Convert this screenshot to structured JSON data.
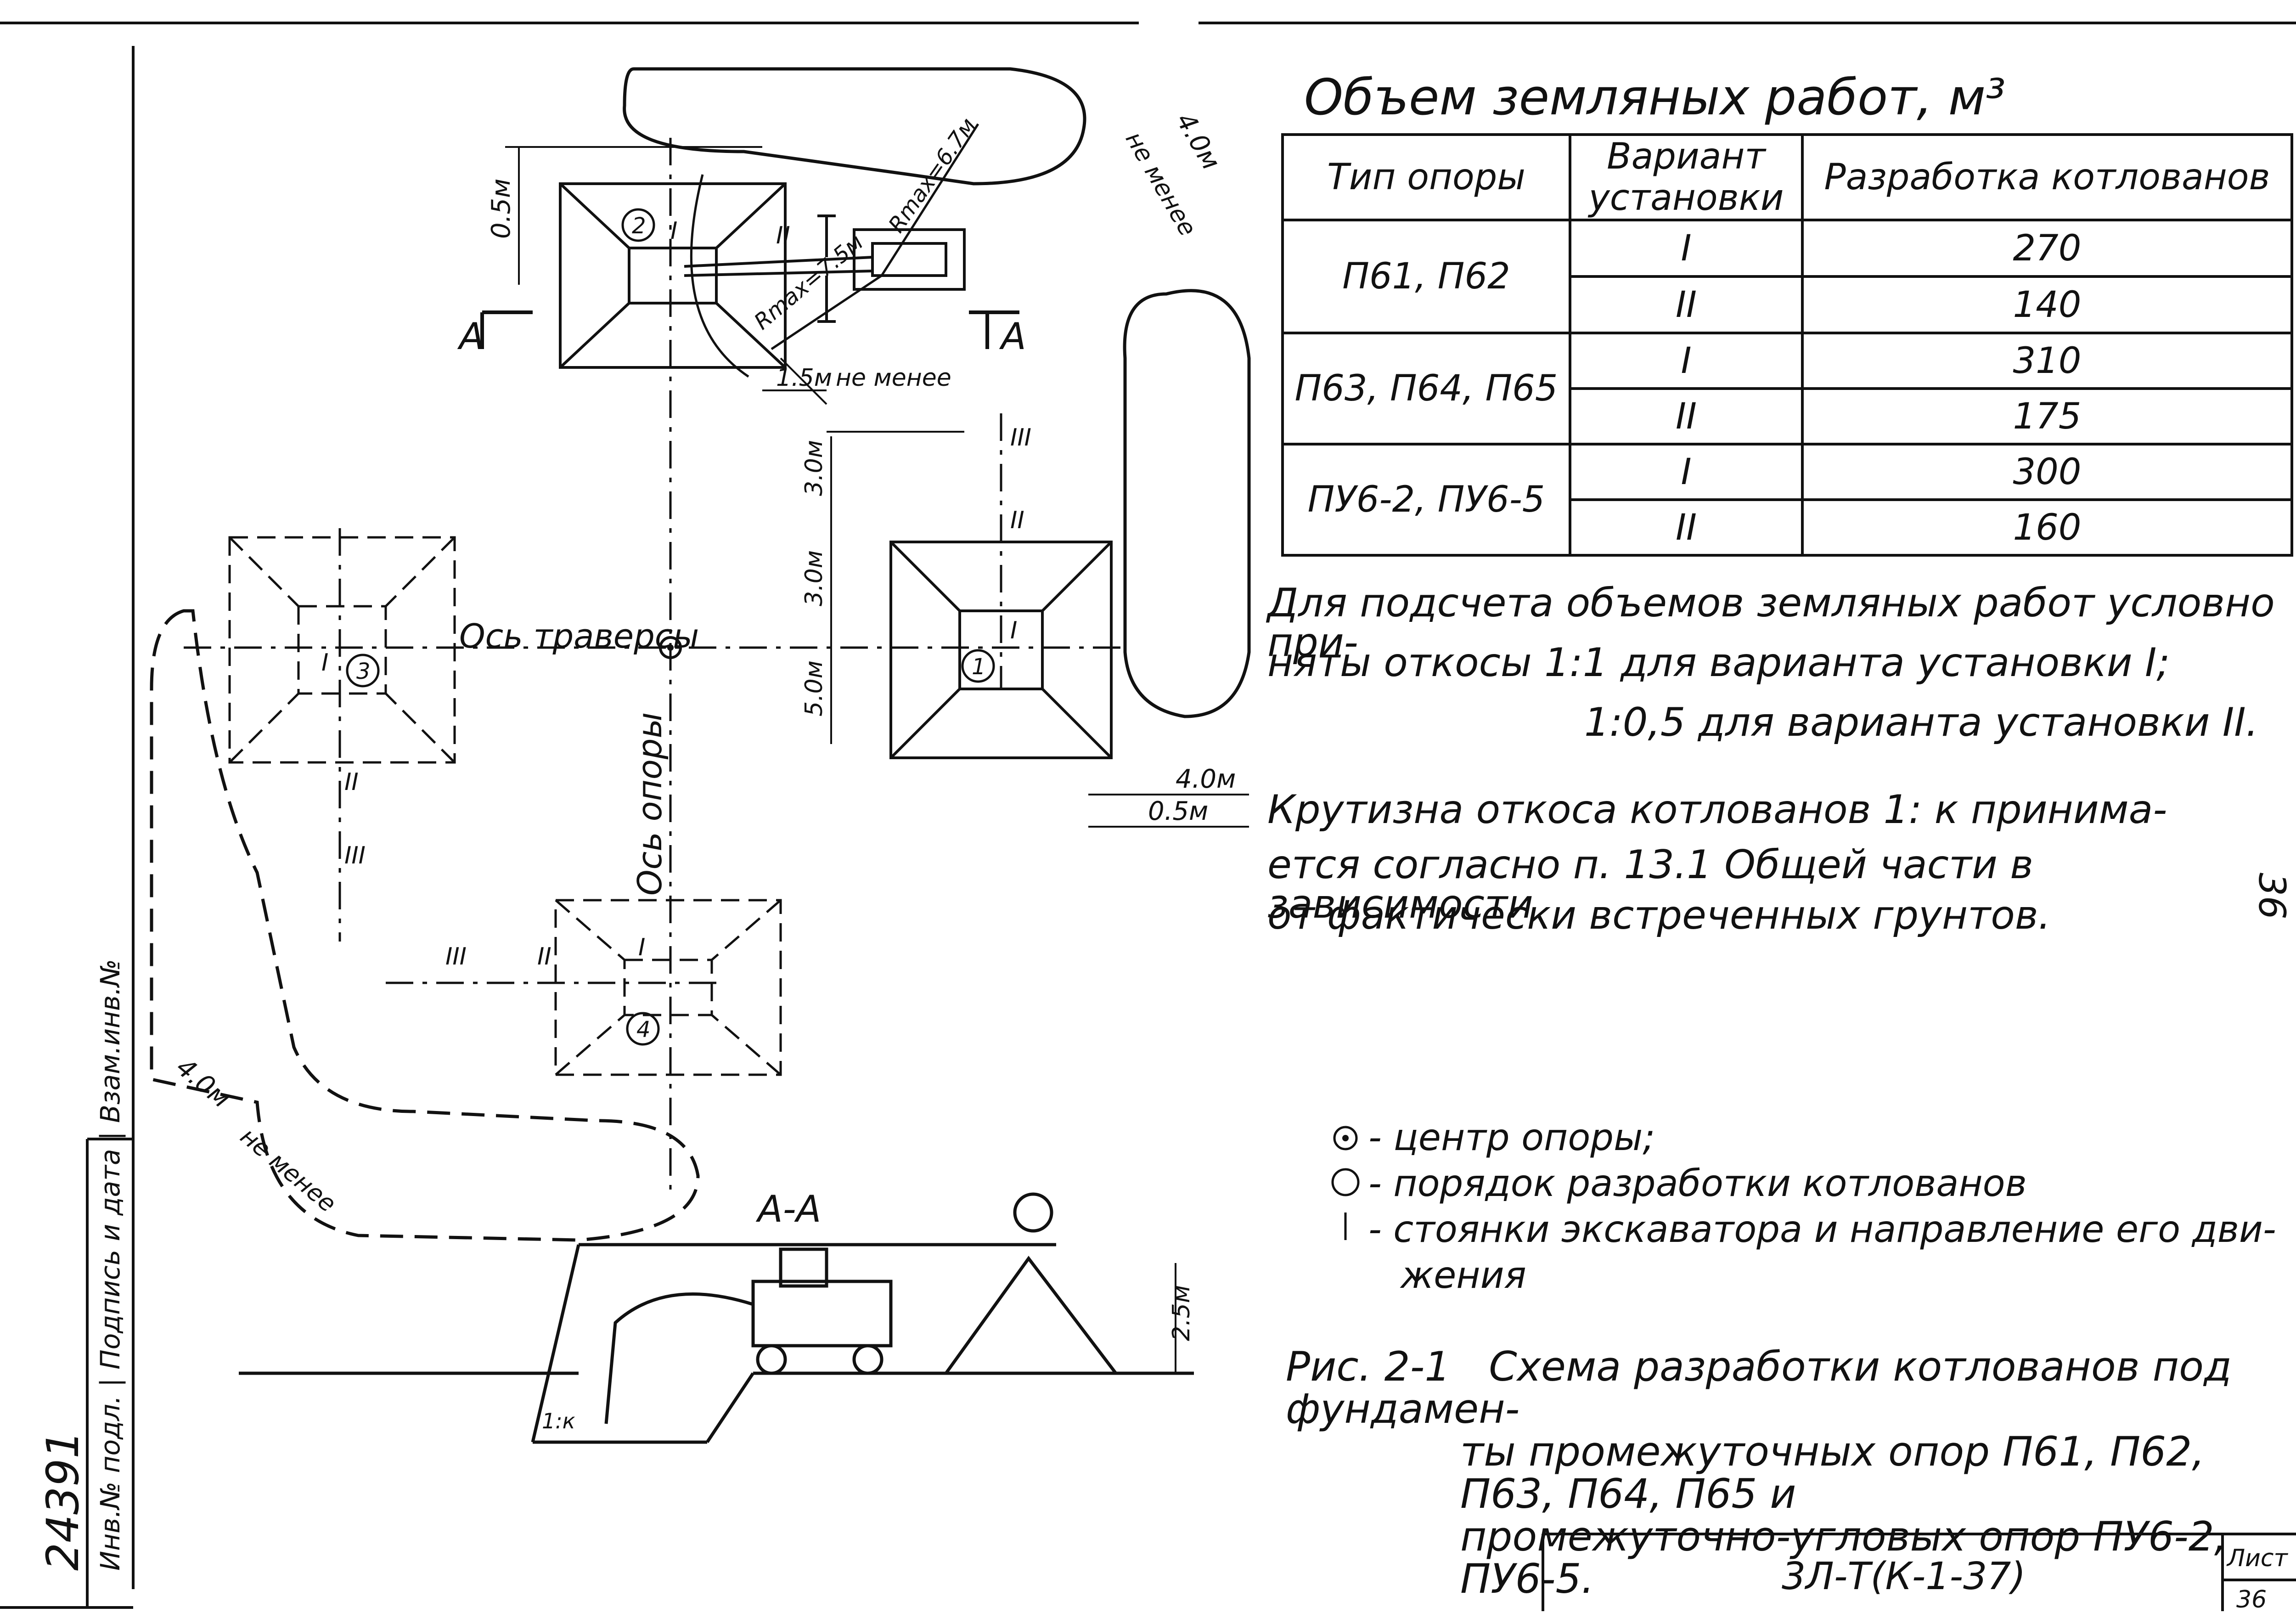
{
  "table": {
    "title": "Объем земляных работ, м³",
    "headers": [
      "Тип опоры",
      "Вариант установки",
      "Разработка котлованов"
    ],
    "rows": [
      {
        "type": "П61, П62",
        "variants": [
          {
            "variant": "I",
            "volume": "270"
          },
          {
            "variant": "II",
            "volume": "140"
          }
        ]
      },
      {
        "type": "П63, П64, П65",
        "variants": [
          {
            "variant": "I",
            "volume": "310"
          },
          {
            "variant": "II",
            "volume": "175"
          }
        ]
      },
      {
        "type": "ПУ6-2, ПУ6-5",
        "variants": [
          {
            "variant": "I",
            "volume": "300"
          },
          {
            "variant": "II",
            "volume": "160"
          }
        ]
      }
    ]
  },
  "notes": {
    "slopes_line1": "Для подсчета объемов земляных работ условно при-",
    "slopes_line2": "няты   откосы    1:1 для варианта установки I;",
    "slopes_line3": "1:0,5 для варианта установки II.",
    "steep_line1": "Крутизна откоса           котлованов 1: к принима-",
    "steep_line2": "ется согласно п. 13.1 Общей части  в зависимости",
    "steep_line3": "от фактически встреченных грунтов."
  },
  "legend": [
    {
      "symbol": "center",
      "text": "- центр опоры;"
    },
    {
      "symbol": "order",
      "text": "- порядок разработки котлованов"
    },
    {
      "symbol": "stand",
      "text": "- стоянки экскаватора и направление его дви-"
    },
    {
      "symbol": "",
      "text": "жения"
    }
  ],
  "caption": {
    "label": "Рис. 2-1",
    "line1": "Схема разработки котлованов под фундамен-",
    "line2": "ты промежуточных опор П61, П62, П63, П64, П65 и",
    "line3": "промежуточно-угловых опор ПУ6-2, ПУ6-5."
  },
  "drawing": {
    "axis_traverse": "Ось траверсы",
    "axis_support": "Ось опоры",
    "section_mark": "А",
    "section_title": "А-А",
    "dim_05m": "0.5м",
    "dim_05m_b": "0.5м",
    "dim_40m_a": "4.0м",
    "dim_40m_b": "4.0м",
    "dim_40m_c": "4.0м",
    "dim_15m": "1.5м",
    "not_less": "не менее",
    "not_less_b": "не менее",
    "not_less_c": "не менее",
    "dim_30m_a": "3.0м",
    "dim_30m_b": "3.0м",
    "dim_50m": "5.0м",
    "dim_25m": "2.5м",
    "rmax_67": "Rmax=6.7м",
    "rmax_75": "Rmax=7.5м",
    "slope_1k": "1:к",
    "roman_I": "I",
    "roman_II": "II",
    "roman_III": "III",
    "pit_1": "1",
    "pit_2": "2",
    "pit_3": "3",
    "pit_4": "4"
  },
  "title_block": {
    "doc_number": "3Л-Т(К-1-37)",
    "sheet_label": "Лист",
    "sheet_number": "36",
    "page_number": "36"
  },
  "side_stamp": {
    "fields": "Инв.№ подл. | Подпись и дата | Взам.инв.№",
    "inv_number": "24391"
  }
}
